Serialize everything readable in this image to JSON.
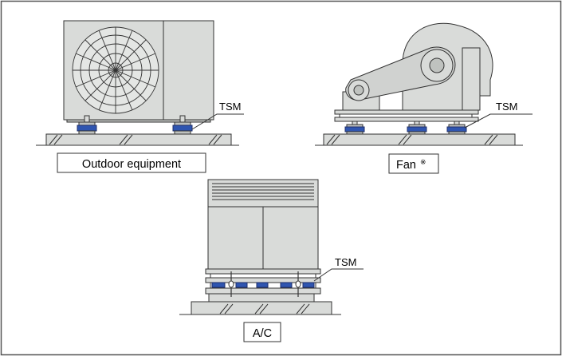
{
  "labels": {
    "outdoor_tsm": "TSM",
    "fan_tsm": "TSM",
    "ac_tsm": "TSM",
    "outdoor_caption": "Outdoor equipment",
    "fan_caption": "Fan",
    "fan_mark": "※",
    "ac_caption": "A/C"
  },
  "colors": {
    "equipment_fill": "#d9dbd9",
    "equipment_dark": "#bfc2bf",
    "isolator_blue": "#2f55b0",
    "isolator_dark": "#1f2f6a",
    "line": "#333333",
    "frame": "#555555"
  }
}
